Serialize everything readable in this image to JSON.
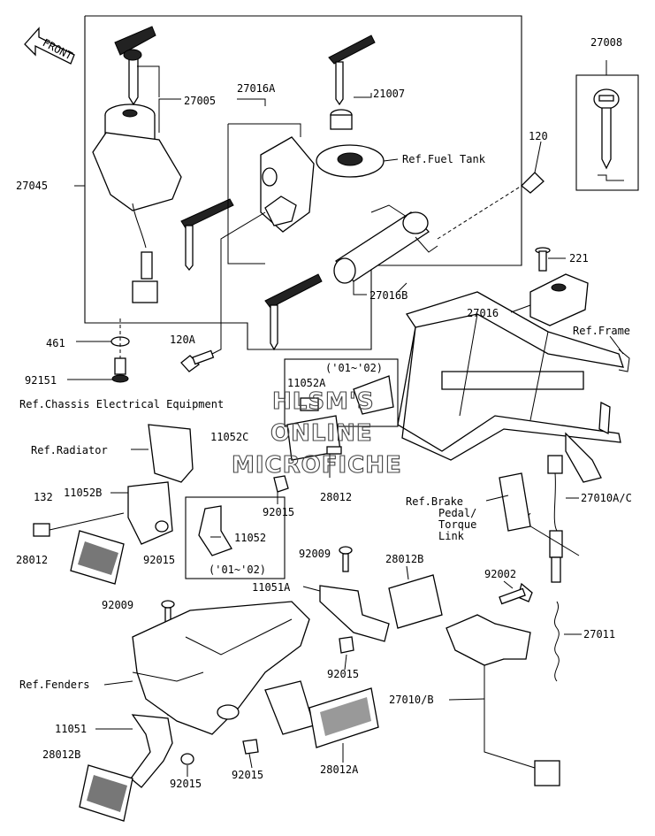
{
  "watermark": [
    "HLSM'S",
    "ONLINE",
    "MICROFICHE"
  ],
  "front_label": "FRONT",
  "labels": {
    "p27005": "27005",
    "p27016A": "27016A",
    "p21007": "21007",
    "p27008": "27008",
    "p27045": "27045",
    "p120": "120",
    "refFuelTank": "Ref.Fuel Tank",
    "p221": "221",
    "p27016": "27016",
    "p27016B": "27016B",
    "refFrame": "Ref.Frame",
    "p461": "461",
    "p120A": "120A",
    "p92151": "92151",
    "refChassis": "Ref.Chassis Electrical Equipment",
    "p11052A": "11052A",
    "yr1": "('01~'02)",
    "p11052C": "11052C",
    "refRadiator": "Ref.Radiator",
    "p28012a": "28012",
    "p132": "132",
    "p11052B": "11052B",
    "p92015a": "92015",
    "p28012b": "28012",
    "p92015b": "92015",
    "p11052": "11052",
    "yr2": "('01~'02)",
    "refBrake1": "Ref.Brake",
    "refBrake2": "Pedal/",
    "refBrake3": "Torque",
    "refBrake4": "Link",
    "p27010AC": "27010A/C",
    "p92009a": "92009",
    "p28012B": "28012B",
    "p11051A": "11051A",
    "p92002": "92002",
    "p92009b": "92009",
    "p27011": "27011",
    "refFenders": "Ref.Fenders",
    "p92015c": "92015",
    "p27010B": "27010/B",
    "p11051": "11051",
    "p28012B2": "28012B",
    "p92015d": "92015",
    "p92015e": "92015",
    "p28012A": "28012A"
  }
}
